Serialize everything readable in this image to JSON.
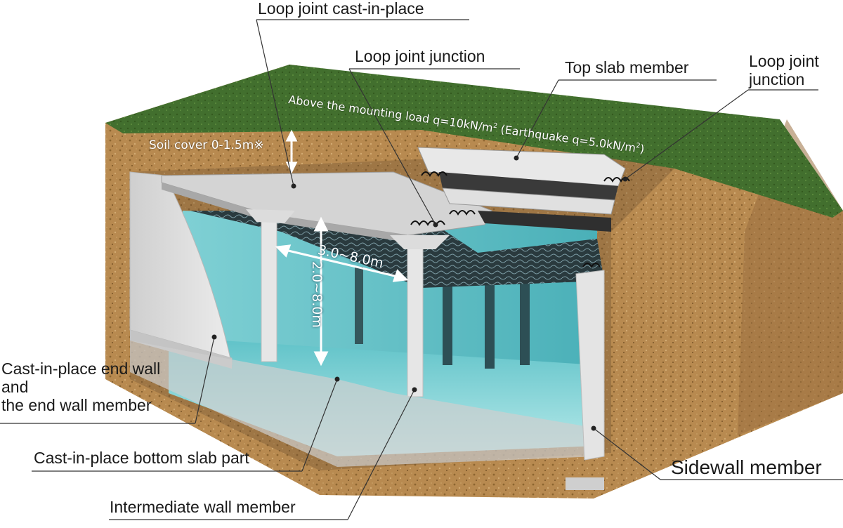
{
  "labels": {
    "loop_joint_cast": "Loop joint cast-in-place",
    "loop_joint_junction_center": "Loop joint junction",
    "top_slab_member": "Top slab member",
    "loop_joint_junction_right_line1": "Loop joint",
    "loop_joint_junction_right_line2": "junction",
    "mounting_load_prefix": "Above the mounting load  q=10kN/m",
    "mounting_load_exp": "2",
    "earthquake_prefix": " (Earthquake  q=5.0kN/m",
    "earthquake_exp": "2",
    "earthquake_suffix": ")",
    "soil_cover": "Soil cover 0-1.5m※",
    "span_width": "3.0~8.0m",
    "span_height": "2.0~8.0m",
    "end_wall_line1": "Cast-in-place end wall",
    "end_wall_line2": "and",
    "end_wall_line3": "the end wall member",
    "bottom_slab": "Cast-in-place bottom slab part",
    "intermediate_wall": "Intermediate wall member",
    "sidewall_member": "Sidewall member"
  },
  "colors": {
    "grass": "#3e6b2c",
    "soil": "#b5894f",
    "concrete": "#dcdcdc",
    "water": "#8fd6da",
    "line": "#333333"
  }
}
